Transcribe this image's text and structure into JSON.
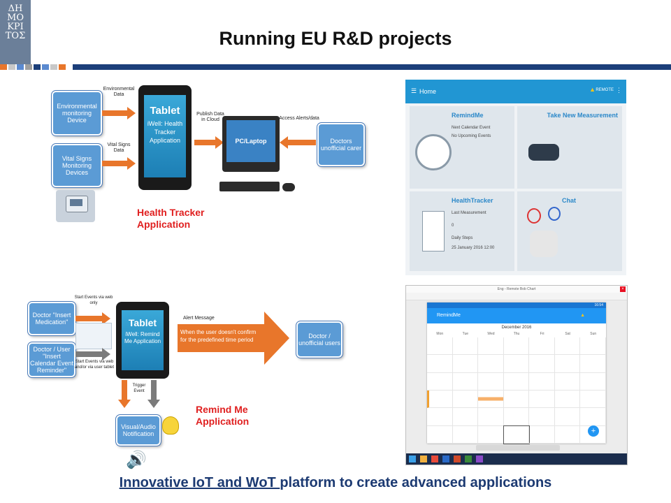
{
  "logo": {
    "text": "ΔΗ ΜΟ ΚΡΙ ΤΟΣ"
  },
  "title": "Running EU R&D projects",
  "health_tracker": {
    "env_device": "Environmental monitoring Device",
    "env_data": "Environmental Data",
    "vital_device": "Vital Signs Monitoring Devices",
    "vital_data": "Vital Signs Data",
    "tablet_title": "Tablet",
    "tablet_sub": "iWell: Health Tracker Application",
    "publish": "Publish Data in Cloud",
    "pc": "PC/Laptop",
    "access": "Access Alerts/data",
    "doctors": "Doctors unofficial carer",
    "label": "Health Tracker Application"
  },
  "remind_me": {
    "doctor": "Doctor \"Insert Medication\"",
    "doctor_user": "Doctor / User \"Insert Calendar Event Reminder\"",
    "start_web": "Start Events via web only",
    "start_tablet": "Start Events via web and/or via user tablet",
    "tablet_title": "Tablet",
    "tablet_sub": "iWell: Remind Me Application",
    "alert": "Alert Message",
    "alert_text": "When the user doesn't confirm for the predefined time period",
    "doctor_users": "Doctor / unofficial users",
    "trigger": "Trigger Event",
    "notification": "Visual/Audio Notification",
    "label": "Remind Me Application"
  },
  "app_screen": {
    "header": "Home",
    "header_right": "REMOTE",
    "tiles": [
      {
        "title": "RemindMe",
        "lines": [
          "Next Calendar Event",
          "No Upcoming Events"
        ]
      },
      {
        "title": "Take New Measurement",
        "lines": []
      },
      {
        "title": "HealthTracker",
        "lines": [
          "Last Measurement",
          "0",
          "Daily Steps",
          "25 January 2016 12:00"
        ]
      },
      {
        "title": "Chat",
        "lines": []
      }
    ]
  },
  "calendar_screen": {
    "window_title": "Eng - Remote Bob Chart",
    "app_title": "RemindMe",
    "status": "16:54",
    "month": "December 2016",
    "days": [
      "Mon",
      "Tue",
      "Wed",
      "Thu",
      "Fri",
      "Sat",
      "Sun"
    ],
    "fab": "+"
  },
  "bottom": {
    "underlined": "Innovative IoT and WoT ",
    "rest": "platform to create advanced applications"
  },
  "colors": {
    "accent": "#1c3f7a",
    "orange": "#e8762b",
    "box": "#5b9bd5",
    "red": "#e02020"
  }
}
